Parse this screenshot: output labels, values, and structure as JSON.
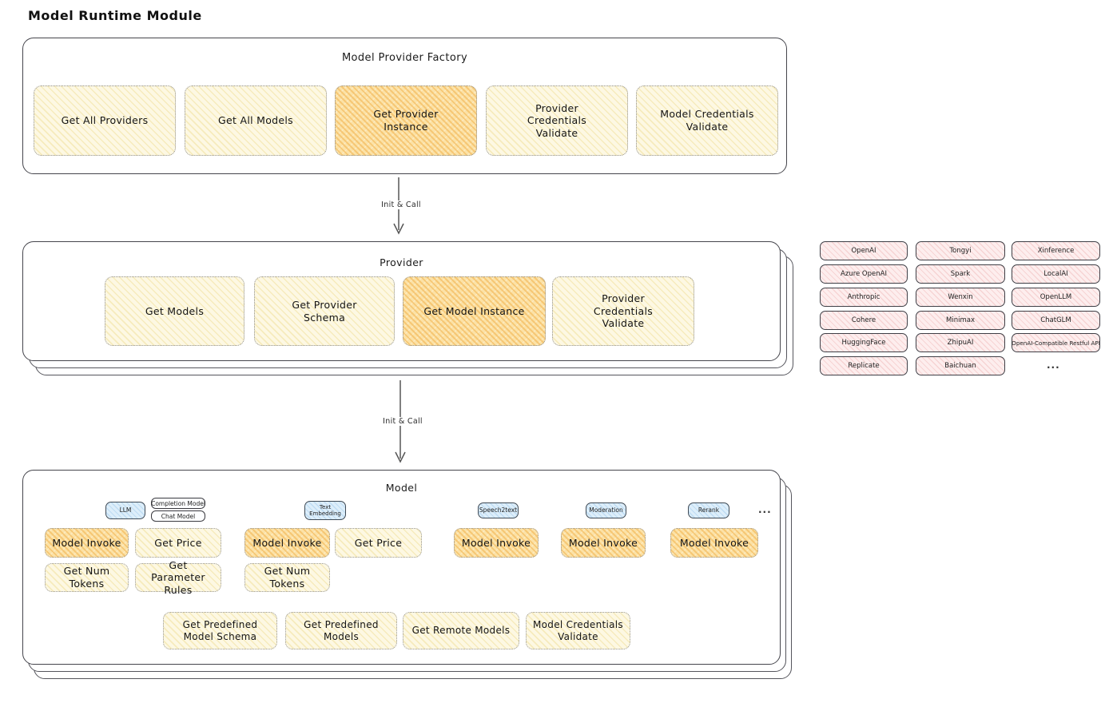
{
  "title": "Model Runtime Module",
  "arrow1": {
    "label": "Init & Call"
  },
  "arrow2": {
    "label": "Init & Call"
  },
  "factory": {
    "title": "Model Provider Factory",
    "buttons": [
      {
        "label": "Get All Providers",
        "highlighted": false
      },
      {
        "label": "Get All Models",
        "highlighted": false
      },
      {
        "label": "Get Provider Instance",
        "highlighted": true
      },
      {
        "label": "Provider Credentials Validate",
        "highlighted": false
      },
      {
        "label": "Model Credentials Validate",
        "highlighted": false
      }
    ]
  },
  "provider": {
    "title": "Provider",
    "buttons": [
      {
        "label": "Get Models",
        "highlighted": false
      },
      {
        "label": "Get Provider Schema",
        "highlighted": false
      },
      {
        "label": "Get Model Instance",
        "highlighted": true
      },
      {
        "label": "Provider Credentials Validate",
        "highlighted": false
      }
    ]
  },
  "providers_list": {
    "col1": [
      "OpenAI",
      "Azure OpenAI",
      "Anthropic",
      "Cohere",
      "HuggingFace",
      "Replicate"
    ],
    "col2": [
      "Tongyi",
      "Spark",
      "Wenxin",
      "Minimax",
      "ZhipuAI",
      "Baichuan"
    ],
    "col3": [
      "Xinference",
      "LocalAI",
      "OpenLLM",
      "ChatGLM",
      "OpenAI-Compatible Restful API"
    ],
    "ellipsis": "..."
  },
  "model": {
    "title": "Model",
    "tabs": {
      "llm": "LLM",
      "completion": "Completion Model",
      "chat": "Chat Model",
      "text_embedding": "Text Embedding",
      "speech2text": "Speech2text",
      "moderation": "Moderation",
      "rerank": "Rerank",
      "ellipsis": "..."
    },
    "llm_buttons": [
      {
        "label": "Model Invoke",
        "highlighted": true
      },
      {
        "label": "Get Price",
        "highlighted": false
      },
      {
        "label": "Get Num Tokens",
        "highlighted": false
      },
      {
        "label": "Get Parameter Rules",
        "highlighted": false
      }
    ],
    "embedding_buttons": [
      {
        "label": "Model Invoke",
        "highlighted": true
      },
      {
        "label": "Get Price",
        "highlighted": false
      },
      {
        "label": "Get Num Tokens",
        "highlighted": false
      }
    ],
    "speech2text_buttons": [
      {
        "label": "Model Invoke",
        "highlighted": true
      }
    ],
    "moderation_buttons": [
      {
        "label": "Model Invoke",
        "highlighted": true
      }
    ],
    "rerank_buttons": [
      {
        "label": "Model Invoke",
        "highlighted": true
      }
    ],
    "bottom_buttons": [
      {
        "label": "Get Predefined Model Schema"
      },
      {
        "label": "Get Predefined Models"
      },
      {
        "label": "Get Remote Models"
      },
      {
        "label": "Model Credentials Validate"
      }
    ]
  },
  "colors": {
    "yellow_fill": "#fdf8e3",
    "orange_fill": "#fce2a6",
    "pink_fill": "#fdeeee",
    "blue_fill": "#ddeefa",
    "stroke": "#45454c"
  }
}
